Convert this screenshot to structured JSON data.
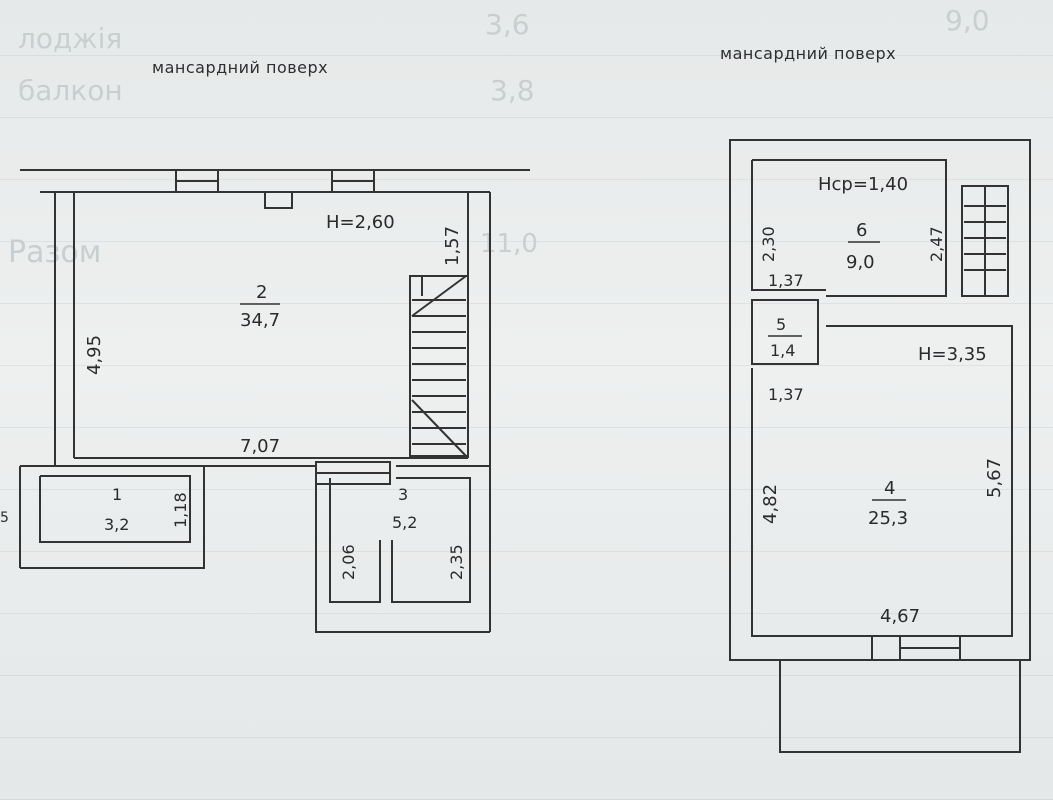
{
  "background_text": {
    "left_words": [
      "лоджія",
      "балкон"
    ],
    "left_values": [
      "3,6",
      "3,8"
    ],
    "right_value": "9,0",
    "mid_word": "Разом",
    "mid_value": "11,0"
  },
  "plan_left": {
    "title": "мансардний поверх",
    "room2": {
      "number": "2",
      "area": "34,7"
    },
    "room1": {
      "number": "1",
      "area": "3,2"
    },
    "room3": {
      "number": "3",
      "area": "5,2"
    },
    "height": "Н=2,60",
    "dims": {
      "top_right": "1,57",
      "left": "4,95",
      "bottom": "7,07",
      "room1_right": "1,18",
      "room3_left": "2,06",
      "room3_right": "2,35",
      "edge_mark": "5"
    }
  },
  "plan_right": {
    "title": "мансардний поверх",
    "room6": {
      "number": "6",
      "area": "9,0"
    },
    "room5": {
      "number": "5",
      "area": "1,4"
    },
    "room4": {
      "number": "4",
      "area": "25,3"
    },
    "height_avg": "Нср=1,40",
    "height": "Н=3,35",
    "dims": {
      "room6_left": "2,30",
      "room6_right": "2,47",
      "room6_bottom": "1,37",
      "room5_bottom": "1,37",
      "room4_left": "4,82",
      "room4_right": "5,67",
      "room4_bottom": "4,67"
    }
  }
}
